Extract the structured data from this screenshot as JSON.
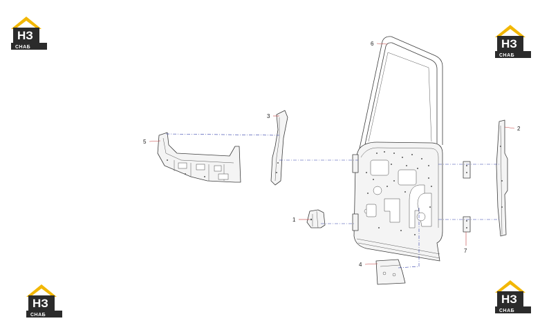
{
  "watermark": {
    "logo_text": "HЗ",
    "logo_subtext": "СНАБ",
    "colors": {
      "roof": "#f2b705",
      "box": "#2b2b2b",
      "letters": "#ffffff"
    }
  },
  "diagram": {
    "callouts": [
      "1",
      "2",
      "3",
      "4",
      "5",
      "6",
      "7"
    ],
    "colors": {
      "leader": "#c23a3a",
      "assembly_line": "#2d3aa8",
      "outline": "#3a3a3a"
    }
  }
}
